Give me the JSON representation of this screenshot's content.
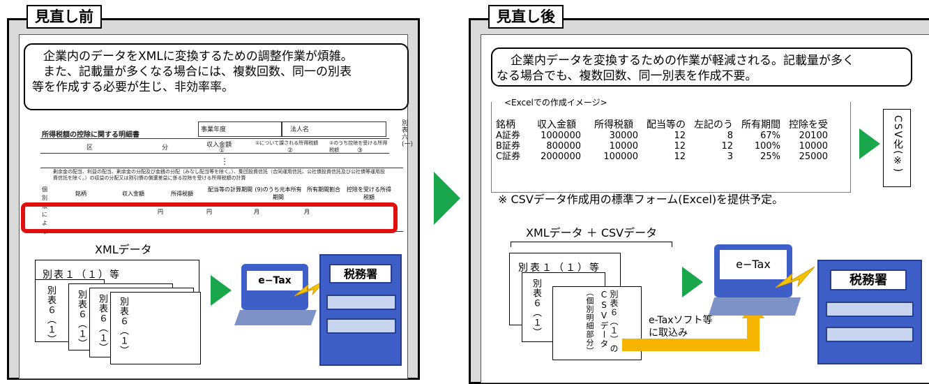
{
  "before": {
    "title": "見直し前",
    "callout": [
      "企業内のデータをXMLに変換するための調整作業が煩雑。",
      "また、記載量が多くなる場合には、複数回数、同一の別表",
      "等を作成する必要が生じ、非効率率。"
    ],
    "form": {
      "header": "所得税額の控除に関する明細書",
      "year_labels": "事業年度",
      "corp_name_label": "法人名",
      "side_label": "別表六(一)",
      "cols_top": [
        "区",
        "分",
        "収入金額",
        "①について課される所得税額",
        "②のうち控除を受ける所得税額"
      ],
      "col_nums": [
        "①",
        "②",
        "③"
      ],
      "section_note": "剰余金の配当、利益の配当、剰余金の分配及び金銭の分配（みなし配当等を除く。）、集団投資信託（合同運用信託、公社債投資信託及び公社債等運用投資信託を除く。）の収益の分配又は割引債の償還差益に係る控除を受ける所得税額の計算",
      "cols_bottom": [
        "銘柄",
        "収入金額",
        "所得税額",
        "配当等の計算期間",
        "(9)のうち元本所有期間",
        "所有期間割合",
        "控除を受ける所得税額"
      ],
      "row_units": [
        "円",
        "円",
        "月",
        "月"
      ],
      "row_side": "個別法による"
    },
    "xml_label": "XMLデータ",
    "cards": [
      "別表１（１）等",
      "別表６（１）",
      "別表６（１）",
      "別表６（１）",
      "別表６（１）"
    ],
    "etax_label": "e−Tax",
    "tax_office_label": "税務署"
  },
  "after": {
    "title": "見直し後",
    "callout": [
      "企業内データを変換するための作業が軽減される。記載量が多く",
      "なる場合でも、複数回数、同一別表を作成不要。"
    ],
    "excel_caption": "<Excelでの作成イメージ>",
    "excel_headers": [
      "銘柄",
      "収入金額",
      "所得税額",
      "配当等の",
      "左記のう",
      "所有期間",
      "控除を受"
    ],
    "excel_rows": [
      [
        "A証券",
        "1000000",
        "30000",
        "12",
        "8",
        "67%",
        "20100"
      ],
      [
        "B証券",
        "800000",
        "10000",
        "12",
        "12",
        "100%",
        "10000"
      ],
      [
        "C証券",
        "2000000",
        "100000",
        "12",
        "3",
        "25%",
        "25000"
      ]
    ],
    "csv_box": "CSV化(※)",
    "note": "※ CSVデータ作成用の標準フォーム(Excel)を提供予定。",
    "data_label": "XMLデータ ＋ CSVデータ",
    "cards": [
      "別表１（１）等",
      "別表６（１）",
      "別表６（１）のCSVデータ",
      "（個別明細部分）"
    ],
    "import_label": [
      "e-Taxソフト等",
      "に取込み"
    ],
    "etax_label": "e−Tax",
    "tax_office_label": "税務署"
  },
  "colors": {
    "arrow_green": "#1aa64a",
    "highlight_red": "#e01010",
    "flow_yellow": "#f5b400",
    "bolt_yellow": "#f5c400",
    "building_blue": "#3f5fc8"
  }
}
